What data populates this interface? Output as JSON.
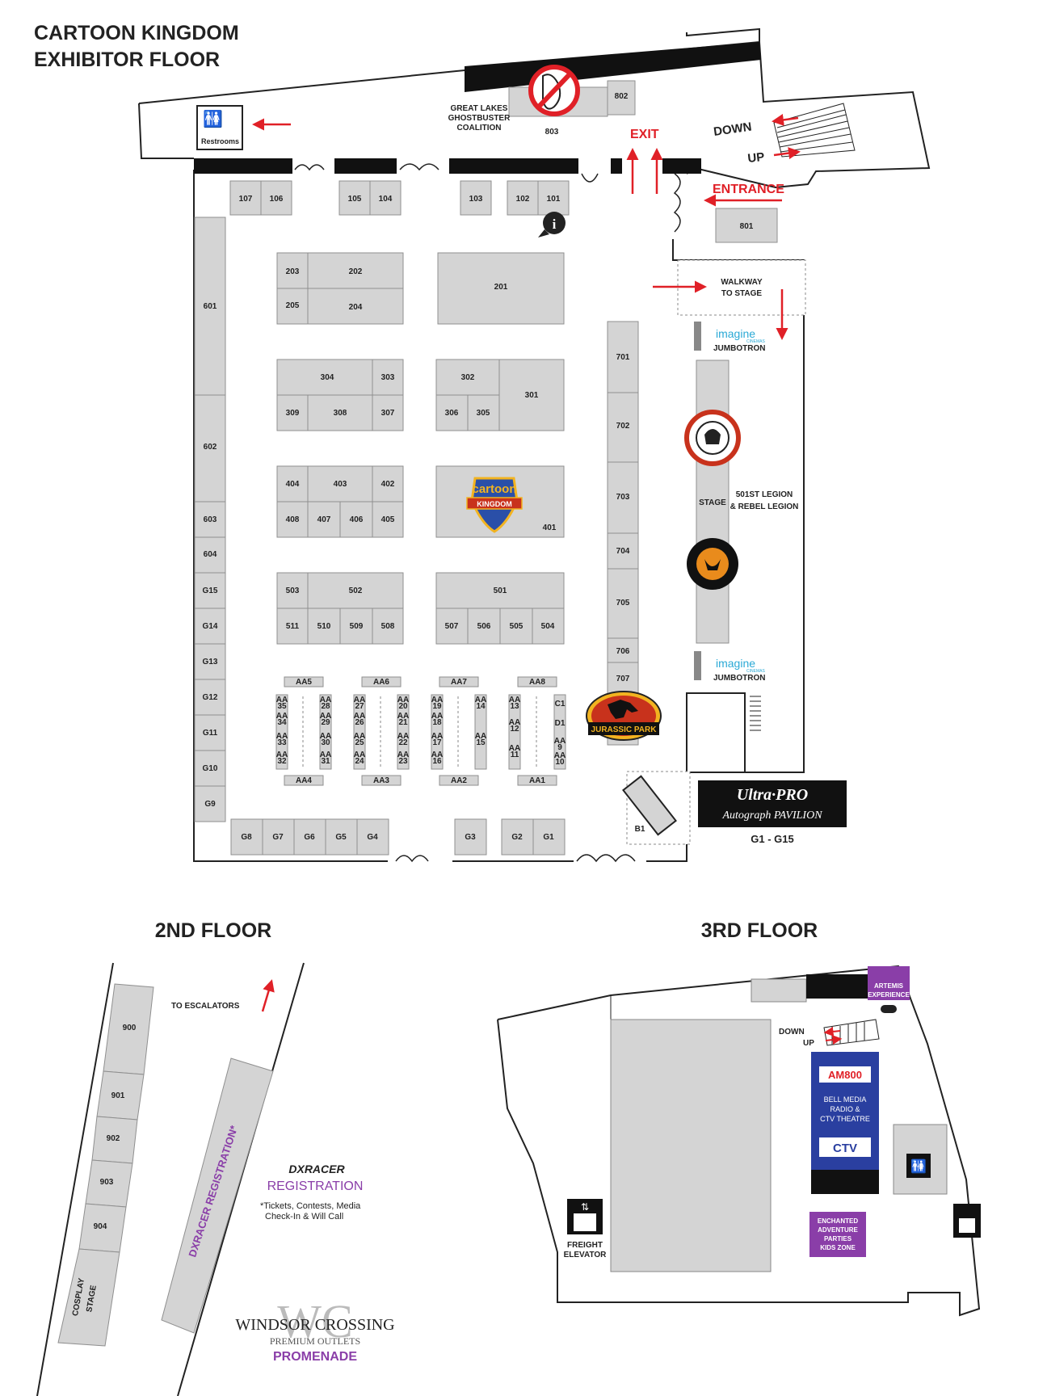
{
  "header": {
    "title_line1": "CARTOON KINGDOM",
    "title_line2": "EXHIBITOR FLOOR"
  },
  "main_floor": {
    "restrooms": "Restrooms",
    "ghostbuster_line1": "GREAT LAKES",
    "ghostbuster_line2": "GHOSTBUSTER",
    "ghostbuster_line3": "COALITION",
    "exit": "EXIT",
    "entrance": "ENTRANCE",
    "down": "DOWN",
    "up": "UP",
    "walkway_line1": "WALKWAY",
    "walkway_line2": "TO STAGE",
    "jumbotron": "JUMBOTRON",
    "imagine": "imagine",
    "cinemas": "CINEMAS",
    "stage": "STAGE",
    "legion_line1": "501ST LEGION",
    "legion_line2": "& REBEL LEGION",
    "jurassic": "JURASSIC PARK",
    "cartoon_logo": "cartoon",
    "kingdom_logo": "KINGDOM",
    "ultrapro_line1": "Ultra·PRO",
    "ultrapro_line2": "Autograph PAVILION",
    "ultrapro_range": "G1 - G15",
    "info_icon": "i"
  },
  "booths": {
    "b101": "101",
    "b102": "102",
    "b103": "103",
    "b104": "104",
    "b105": "105",
    "b106": "106",
    "b107": "107",
    "b201": "201",
    "b202": "202",
    "b203": "203",
    "b204": "204",
    "b205": "205",
    "b301": "301",
    "b302": "302",
    "b303": "303",
    "b304": "304",
    "b305": "305",
    "b306": "306",
    "b307": "307",
    "b308": "308",
    "b309": "309",
    "b401": "401",
    "b402": "402",
    "b403": "403",
    "b404": "404",
    "b405": "405",
    "b406": "406",
    "b407": "407",
    "b408": "408",
    "b501": "501",
    "b502": "502",
    "b503": "503",
    "b504": "504",
    "b505": "505",
    "b506": "506",
    "b507": "507",
    "b508": "508",
    "b509": "509",
    "b510": "510",
    "b511": "511",
    "b601": "601",
    "b602": "602",
    "b603": "603",
    "b604": "604",
    "b701": "701",
    "b702": "702",
    "b703": "703",
    "b704": "704",
    "b705": "705",
    "b706": "706",
    "b707": "707",
    "b801": "801",
    "b802": "802",
    "b803": "803",
    "g1": "G1",
    "g2": "G2",
    "g3": "G3",
    "g4": "G4",
    "g5": "G5",
    "g6": "G6",
    "g7": "G7",
    "g8": "G8",
    "g9": "G9",
    "g10": "G10",
    "g11": "G11",
    "g12": "G12",
    "g13": "G13",
    "g14": "G14",
    "g15": "G15",
    "b1": "B1"
  },
  "artist_alley": {
    "aa1": "AA1",
    "aa2": "AA2",
    "aa3": "AA3",
    "aa4": "AA4",
    "aa5": "AA5",
    "aa6": "AA6",
    "aa7": "AA7",
    "aa8": "AA8",
    "aa_prefix": "AA",
    "col1": [
      "35",
      "34",
      "33",
      "32"
    ],
    "col2": [
      "28",
      "29",
      "30",
      "31"
    ],
    "col3": [
      "27",
      "26",
      "25",
      "24"
    ],
    "col4": [
      "20",
      "21",
      "22",
      "23"
    ],
    "col5": [
      "19",
      "18",
      "17",
      "16"
    ],
    "col6": [
      "14",
      "15"
    ],
    "col7": [
      "13",
      "12",
      "11"
    ],
    "c1": "C1",
    "d1": "D1",
    "aa9": "9",
    "aa10": "10"
  },
  "second_floor": {
    "title": "2ND FLOOR",
    "to_escalators": "TO ESCALATORS",
    "b900": "900",
    "b901": "901",
    "b902": "902",
    "b903": "903",
    "b904": "904",
    "cosplay_line1": "COSPLAY",
    "cosplay_line2": "STAGE",
    "dxracer_reg": "DXRACER REGISTRATION*",
    "dxracer_logo": "DXRACER",
    "registration": "REGISTRATION",
    "note_line1": "*Tickets, Contests, Media",
    "note_line2": "Check-In & Will Call",
    "windsor": "WINDSOR CROSSING",
    "premium": "PREMIUM OUTLETS",
    "promenade": "PROMENADE"
  },
  "third_floor": {
    "title": "3RD FLOOR",
    "artemis_line1": "ARTEMIS",
    "artemis_line2": "EXPERIENCE",
    "down": "DOWN",
    "up": "UP",
    "am800": "AM800",
    "bell_line1": "BELL MEDIA",
    "bell_line2": "RADIO &",
    "bell_line3": "CTV THEATRE",
    "ctv": "CTV",
    "enchanted_line1": "ENCHANTED",
    "enchanted_line2": "ADVENTURE",
    "enchanted_line3": "PARTIES",
    "enchanted_line4": "KIDS ZONE",
    "freight_line1": "FREIGHT",
    "freight_line2": "ELEVATOR"
  },
  "colors": {
    "accent_red": "#e02027",
    "booth_gray": "#d4d4d4",
    "purple": "#8a3ea8",
    "bell_blue": "#2a3fa0",
    "imagine_teal": "#2aa9d6"
  }
}
